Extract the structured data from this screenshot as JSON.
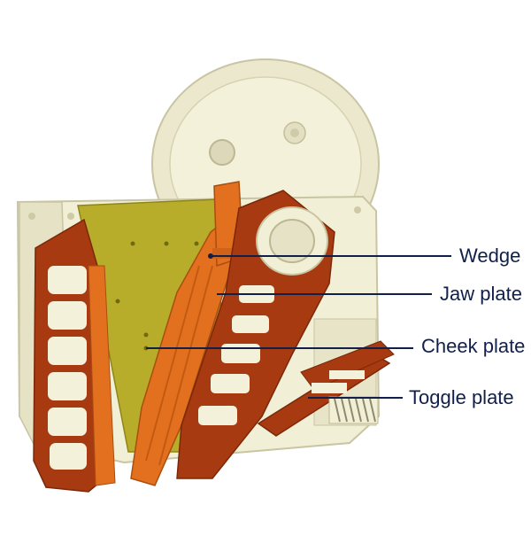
{
  "labels": {
    "wedge": "Wedge",
    "jaw_plate": "Jaw plate",
    "cheek_plate": "Cheek plate",
    "toggle_plate": "Toggle plate"
  },
  "colors": {
    "body": "#f1efd6",
    "body_shadow": "#d9d5b6",
    "frame_red": "#a83a12",
    "jaw_orange": "#e2701e",
    "cheek_yellow": "#b8ad2a",
    "leader_line": "#10204a"
  }
}
